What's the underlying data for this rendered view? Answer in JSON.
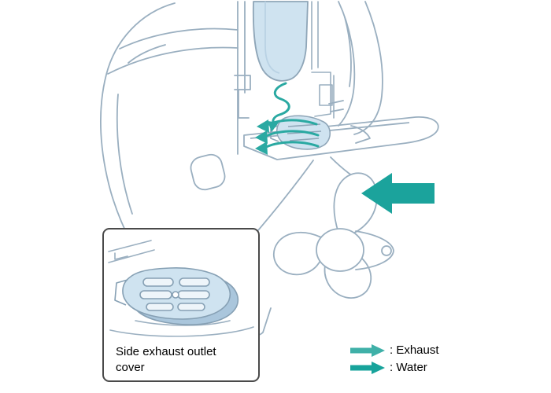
{
  "inset": {
    "caption": "Side exhaust outlet cover"
  },
  "legend": {
    "items": [
      {
        "id": "exhaust",
        "label": ": Exhaust",
        "arrow_color": "#3fb0a8"
      },
      {
        "id": "water",
        "label": ": Water",
        "arrow_color": "#17a39b"
      }
    ]
  },
  "colors": {
    "background": "#ffffff",
    "line_art": "#9aafc0",
    "cutaway_fill": "#cfe3f0",
    "flow_arrow": "#2aa9a2",
    "water_intake_arrow": "#1ba39c",
    "inset_border": "#4a4a4a",
    "text": "#000000"
  }
}
